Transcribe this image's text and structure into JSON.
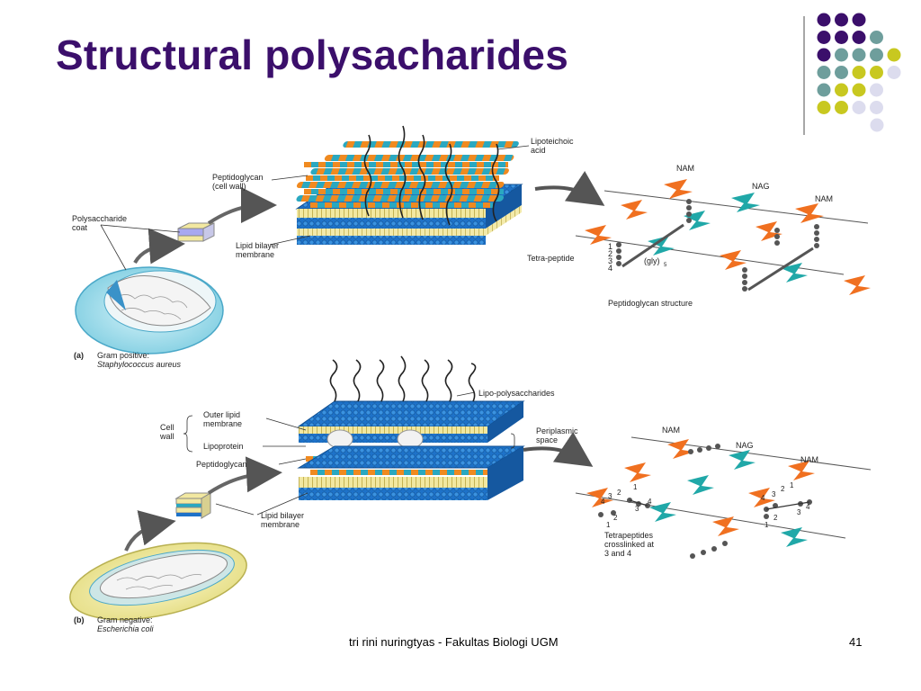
{
  "slide": {
    "title": "Structural polysacharides",
    "footer_text": "tri rini nuringtyas - Fakultas Biologi UGM",
    "page_number": "41"
  },
  "colors": {
    "title": "#3b0f6b",
    "dot_purple": "#3b0f6b",
    "dot_teal": "#6e9e9c",
    "dot_yellow": "#c8c820",
    "dot_lavender": "#dcdcee",
    "nam_orange": "#f07020",
    "nag_teal": "#20a8a8",
    "membrane_blue": "#1e72c8"
  },
  "panel_a": {
    "label_letter": "(a)",
    "label_text": "Gram positive:",
    "organism": "Staphylococcus aureus",
    "polysaccharide_coat": [
      "Polysaccharide",
      "coat"
    ],
    "peptidoglycan": [
      "Peptidoglycan",
      "(cell wall)"
    ],
    "lipid_bilayer": [
      "Lipid bilayer",
      "membrane"
    ],
    "lipoteichoic": [
      "Lipoteichoic",
      "acid"
    ],
    "nam_1": "NAM",
    "nag": "NAG",
    "nam_2": "NAM",
    "tetra_peptide": "Tetra-peptide",
    "gly": "(gly)",
    "gly_sub": "5",
    "numbers": [
      "1",
      "2",
      "3",
      "4"
    ],
    "structure_caption": "Peptidoglycan structure"
  },
  "panel_b": {
    "label_letter": "(b)",
    "label_text": "Gram negative:",
    "organism": "Escherichia coli",
    "cell_wall": [
      "Cell",
      "wall"
    ],
    "outer_lipid": [
      "Outer lipid",
      "membrane"
    ],
    "lipoprotein": "Lipoprotein",
    "peptidoglycan": "Peptidoglycan",
    "lipid_bilayer": [
      "Lipid bilayer",
      "membrane"
    ],
    "lipo_polysaccharides": "Lipo-polysaccharides",
    "periplasmic": [
      "Periplasmic",
      "space"
    ],
    "nam_1": "NAM",
    "nag": "NAG",
    "nam_2": "NAM",
    "crosslink_caption": [
      "Tetrapeptides",
      "crosslinked at",
      "3 and 4"
    ]
  }
}
